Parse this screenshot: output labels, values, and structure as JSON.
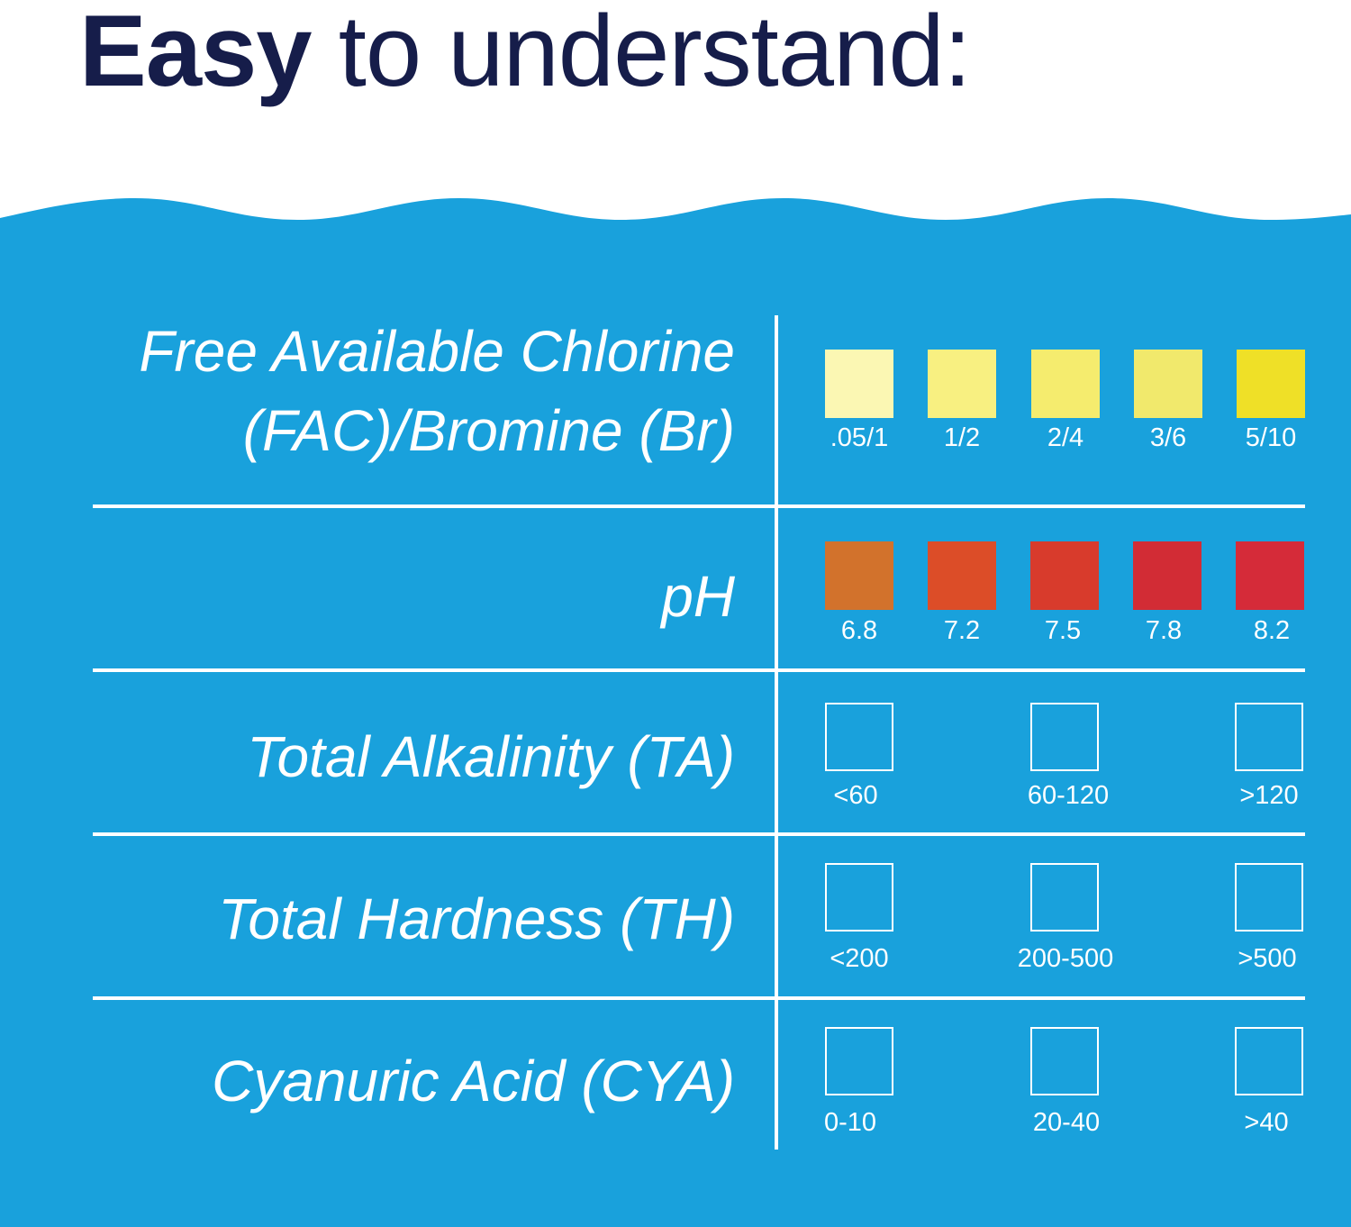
{
  "headline": {
    "bold": "Easy",
    "rest": " to understand:"
  },
  "colors": {
    "navy": "#161d4a",
    "water": "#19a1dc",
    "line": "#ffffff"
  },
  "rows": [
    {
      "name": "fac-br",
      "label_lines": [
        "Free Available Chlorine",
        "(FAC)/Bromine (Br)"
      ],
      "values": [
        ".05/1",
        "1/2",
        "2/4",
        "3/6",
        "5/10"
      ],
      "colors": [
        "#fbf7b3",
        "#f8f081",
        "#f5ec6e",
        "#f1e96c",
        "#efe027"
      ]
    },
    {
      "name": "ph",
      "label_lines": [
        "pH"
      ],
      "values": [
        "6.8",
        "7.2",
        "7.5",
        "7.8",
        "8.2"
      ],
      "colors": [
        "#d2722c",
        "#dc4d28",
        "#d83b2c",
        "#d22c35",
        "#d52b39"
      ]
    },
    {
      "name": "ta",
      "label_lines": [
        "Total Alkalinity (TA)"
      ],
      "values": [
        "<60",
        "60-120",
        ">120"
      ]
    },
    {
      "name": "th",
      "label_lines": [
        "Total Hardness (TH)"
      ],
      "values": [
        "<200",
        "200-500",
        ">500"
      ]
    },
    {
      "name": "cya",
      "label_lines": [
        "Cyanuric Acid (CYA)"
      ],
      "values": [
        "0-10",
        "20-40",
        ">40"
      ]
    }
  ]
}
